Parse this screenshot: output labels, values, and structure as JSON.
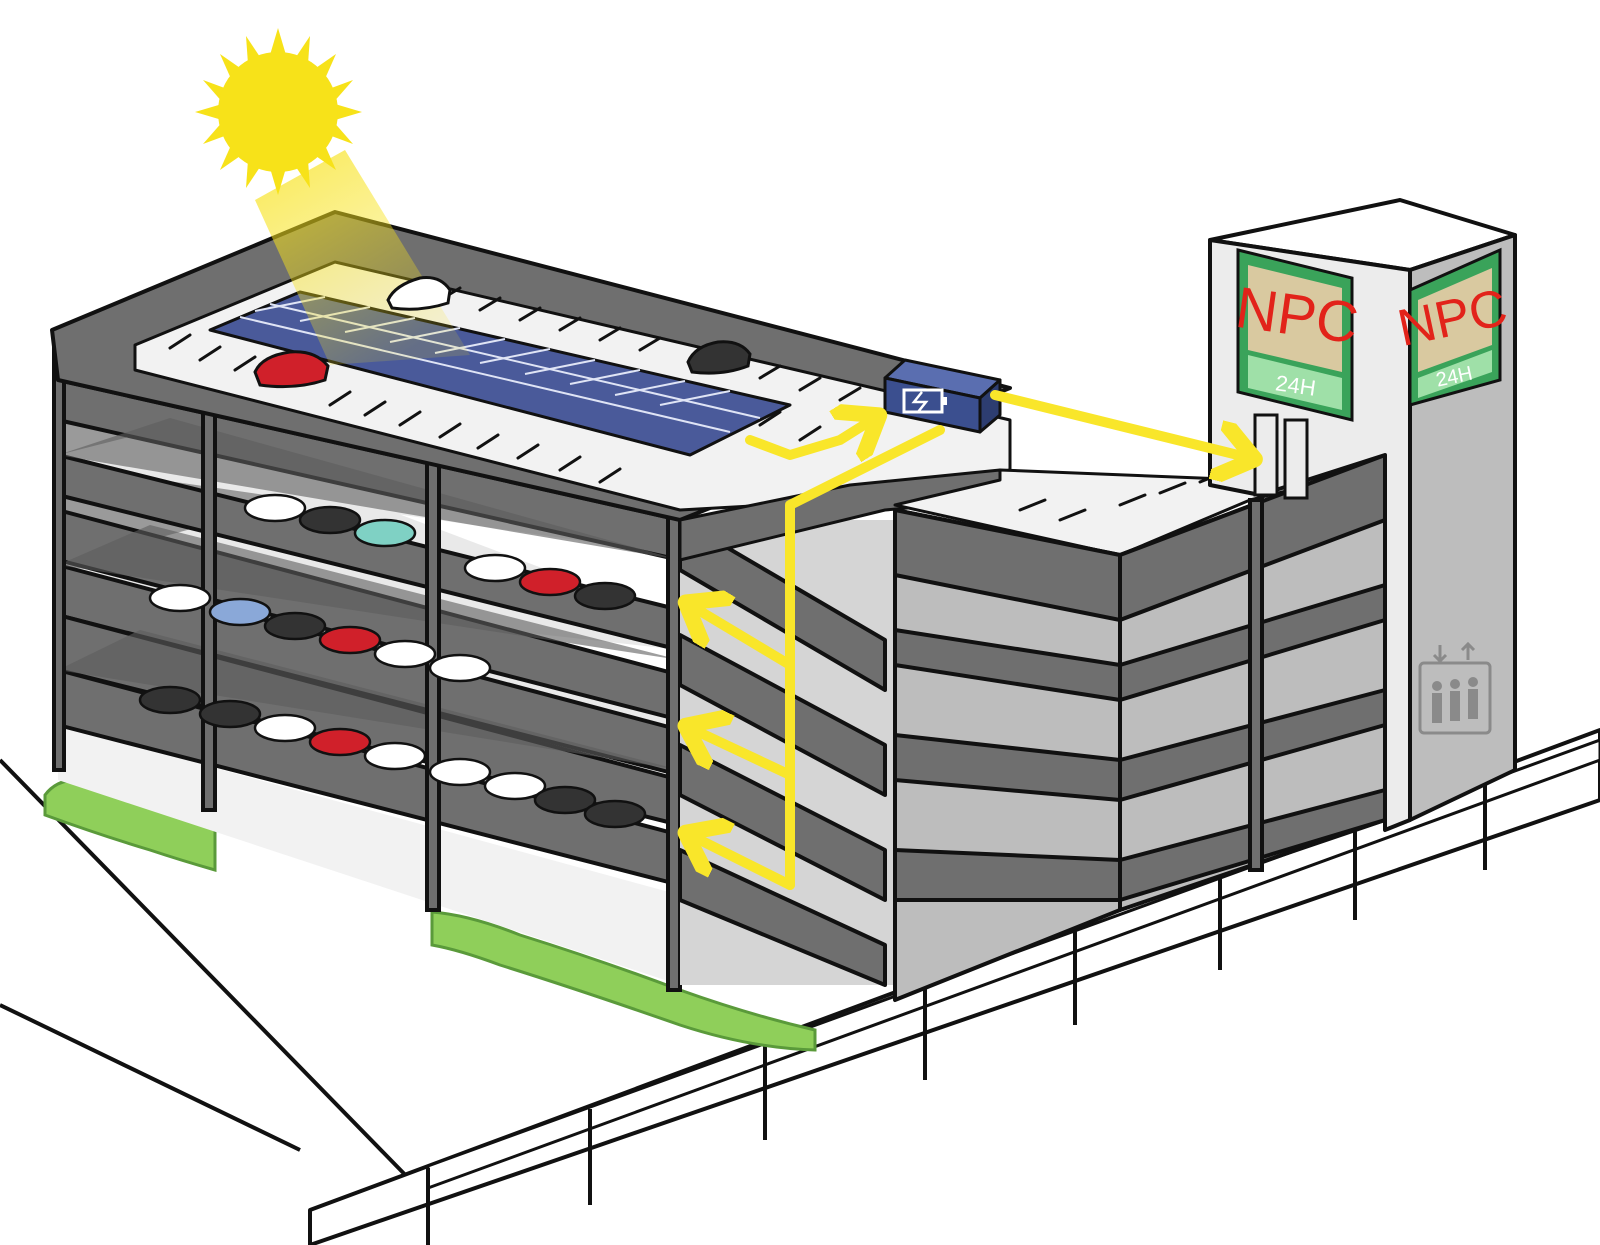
{
  "signs": {
    "front": {
      "brand": "NPC",
      "hours": "24H"
    },
    "side": {
      "brand": "NPC",
      "hours": "24H"
    }
  },
  "icons": {
    "sun": "sun-icon",
    "battery": "battery-icon",
    "elevator": "elevator-icon",
    "solar_panel": "solar-panel-icon"
  },
  "colors": {
    "sun": "#f7e219",
    "energy_flow": "#f9e62a",
    "battery_box": "#3b4f8f",
    "structure_dark": "#6f6f6f",
    "structure_light": "#bdbdbd",
    "sign_red": "#e2231a",
    "sign_green": "#3aa35a",
    "hedge": "#8fcf5a",
    "car_red": "#d0202a",
    "car_teal": "#7fd1c4",
    "car_blue": "#8aa8d8"
  }
}
